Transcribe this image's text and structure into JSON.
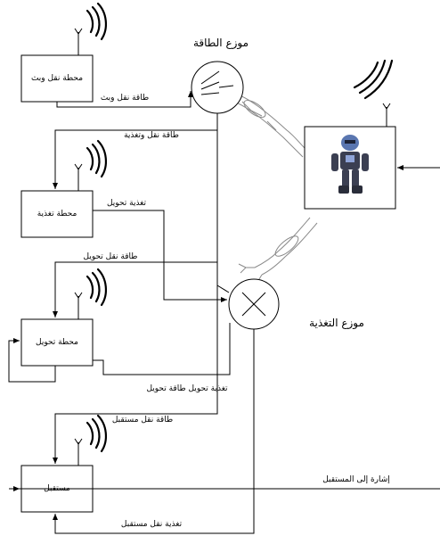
{
  "modules": {
    "top": "محطة نقل وبث",
    "second": "محطة تغذية",
    "third": "محطة تحويل",
    "bottom": "مستقبل"
  },
  "blocks": {
    "switch_unit": "موزع الطاقة",
    "combiner_unit": "موزع التغذية"
  },
  "signals": {
    "s1": "طاقة نقل وبث",
    "s2": "طاقة نقل وتغذية",
    "s3": "تغذية تحويل",
    "s4": "طاقة نقل تحويل",
    "s5": "تغذية تحويل طاقة تحويل",
    "s6": "طاقة نقل مستقبل",
    "s7": "إشارة إلى المستقبل",
    "s8": "تغذية نقل مستقبل"
  },
  "colors": {
    "line": "#000000",
    "robot_body": "#3b3f52",
    "robot_head": "#5a76b0",
    "arm_sketch": "#8a8a8a"
  },
  "icons": [
    "wireless-antenna-icon",
    "switch-icon",
    "combiner-icon",
    "robot-icon",
    "robotic-arm-icon"
  ]
}
